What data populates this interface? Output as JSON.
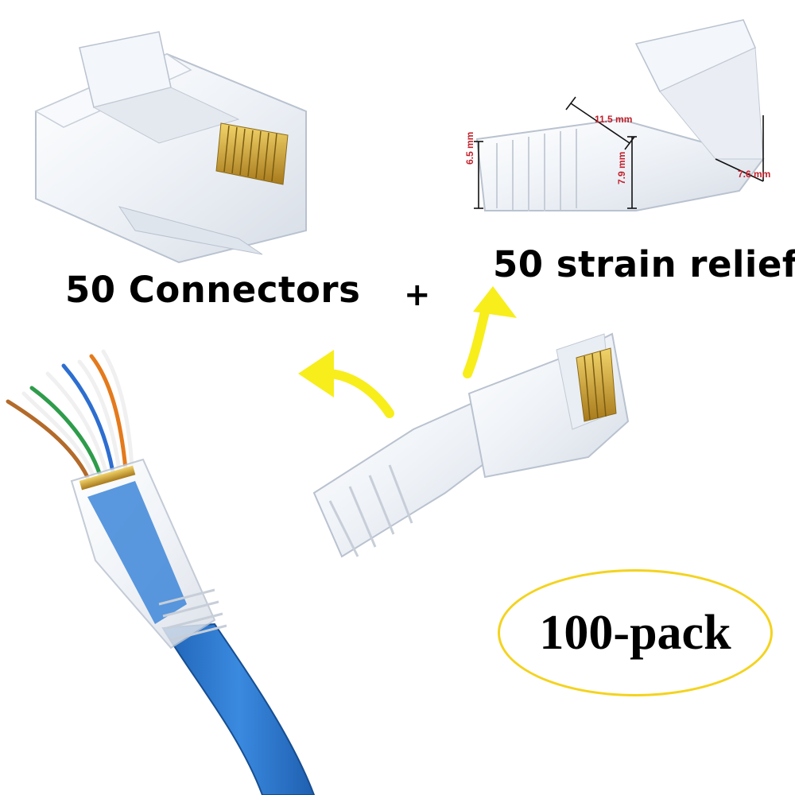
{
  "captions": {
    "connectors": "50 Connectors",
    "plus": "+",
    "strain_relief": "50 strain relief",
    "pack": "100-pack"
  },
  "dimensions": {
    "top_width": "11.5 mm",
    "pin_width": "7.6 mm",
    "boot_height_small": "6.5 mm",
    "boot_height_large": "7.9 mm"
  },
  "colors": {
    "arrow": "#f7ee1c",
    "pack_outline": "#f4d31e",
    "cable": "#2f7fd3",
    "gold_pins": "#c9a032",
    "dimension_text": "#c0202a"
  }
}
